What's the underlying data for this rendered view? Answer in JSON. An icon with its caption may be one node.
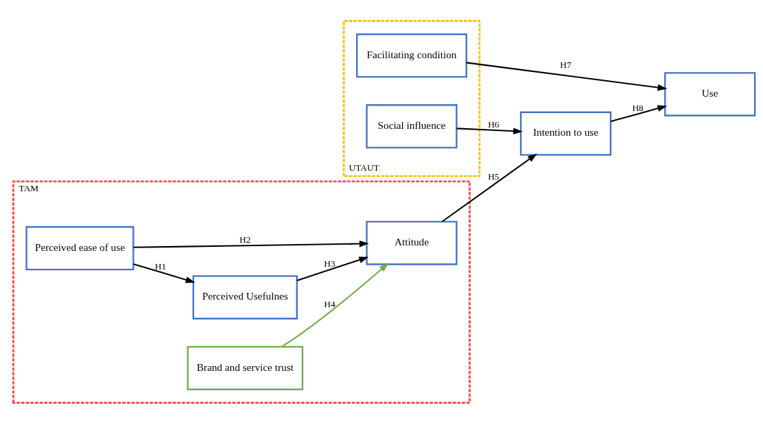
{
  "diagram": {
    "nodes": [
      {
        "text": [
          "TAM"
        ]
      },
      {
        "text": [
          "Perceived Usefulnes"
        ],
        "in": 0
      },
      {
        "text": [
          "Perceived ease of use"
        ],
        "in": 0
      },
      {
        "text": [
          "Brand and service trust"
        ],
        "in": 0
      },
      {
        "text": [
          "Attitude"
        ],
        "in": 0
      },
      {
        "text": [
          "UTAUT"
        ]
      },
      {
        "text": [
          "Intention to use"
        ]
      },
      {
        "text": [
          "Use"
        ]
      },
      {
        "text": [
          "Social influence"
        ],
        "in": 5
      },
      {
        "text": [
          "Facilitating condition"
        ],
        "in": 5
      }
    ],
    "edges": [
      {
        "from": 2,
        "to": 1,
        "arrow": "to",
        "label": "H1"
      },
      {
        "from": 1,
        "to": 4,
        "arrow": "to",
        "label": "H3"
      },
      {
        "from": 2,
        "to": 4,
        "arrow": "to",
        "label": "H2"
      },
      {
        "from": 3,
        "to": 4,
        "arrow": "to",
        "label": "H4",
        "color": "#70ad47"
      },
      {
        "from": 4,
        "to": 6,
        "arrow": "to",
        "label": "H5"
      },
      {
        "from": 8,
        "to": 6,
        "arrow": "to",
        "label": "H6"
      },
      {
        "from": 6,
        "to": 7,
        "arrow": "to",
        "label": "H8"
      },
      {
        "from": 9,
        "to": 7,
        "arrow": "to",
        "label": "H7"
      }
    ]
  }
}
